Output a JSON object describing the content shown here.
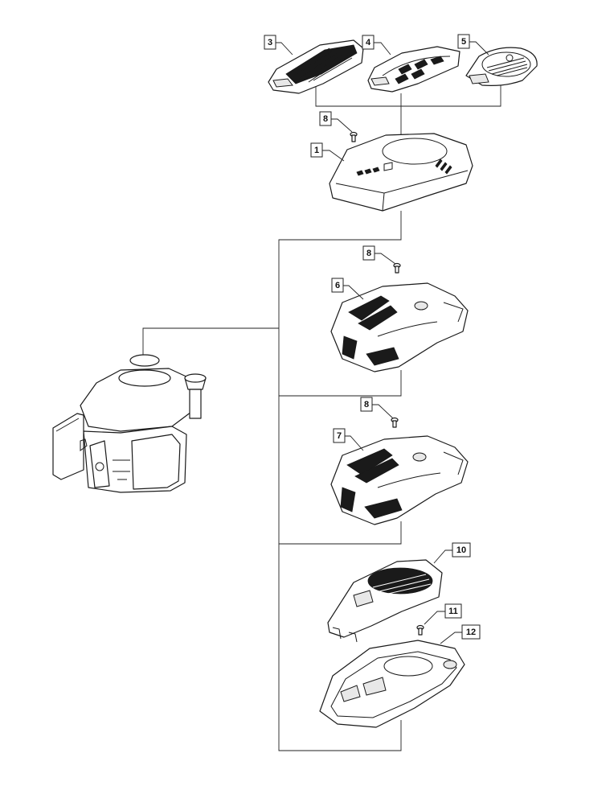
{
  "callouts": {
    "p1": "1",
    "p3": "3",
    "p4": "4",
    "p5": "5",
    "p6": "6",
    "p7": "7",
    "p8a": "8",
    "p8b": "8",
    "p8c": "8",
    "p10": "10",
    "p11": "11",
    "p12": "12"
  }
}
